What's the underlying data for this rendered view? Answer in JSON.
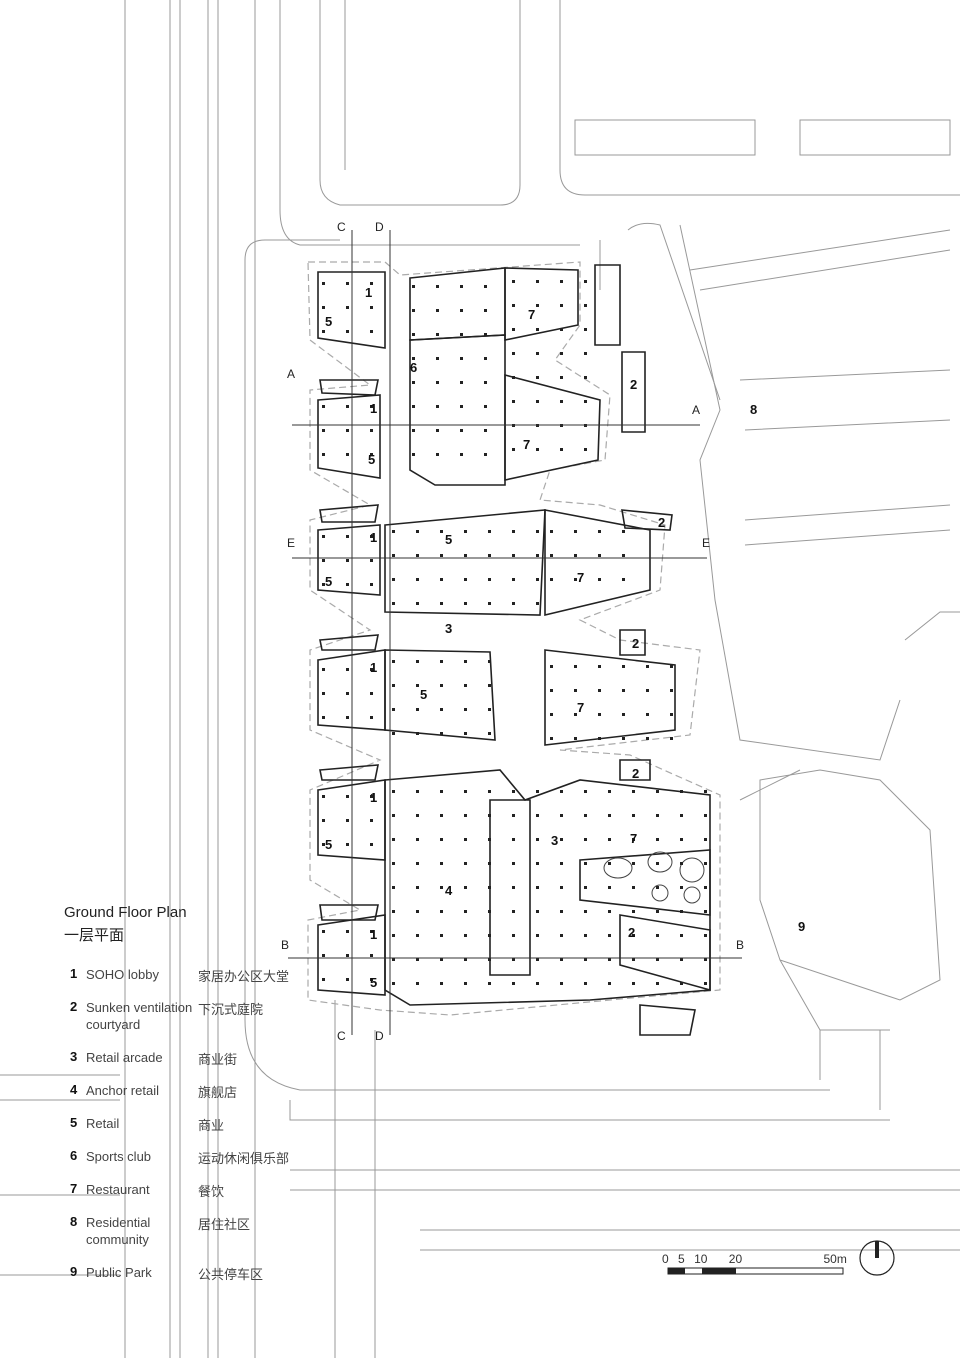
{
  "title": "Ground Floor Plan",
  "title_cn": "一层平面",
  "legend": [
    {
      "num": "1",
      "en": "SOHO lobby",
      "cn": "家居办公区大堂"
    },
    {
      "num": "2",
      "en": "Sunken ventilation courtyard",
      "cn": "下沉式庭院"
    },
    {
      "num": "3",
      "en": "Retail arcade",
      "cn": "商业街"
    },
    {
      "num": "4",
      "en": "Anchor retail",
      "cn": "旗舰店"
    },
    {
      "num": "5",
      "en": "Retail",
      "cn": "商业"
    },
    {
      "num": "6",
      "en": "Sports club",
      "cn": "运动休闲俱乐部"
    },
    {
      "num": "7",
      "en": "Restaurant",
      "cn": "餐饮"
    },
    {
      "num": "8",
      "en": "Residential community",
      "cn": "居住社区"
    },
    {
      "num": "9",
      "en": "Public Park",
      "cn": "公共停车区"
    }
  ],
  "sections": {
    "a": "A",
    "b": "B",
    "c": "C",
    "d": "D",
    "e": "E"
  },
  "scale_bar": {
    "t0": "0",
    "t5": "5",
    "t10": "10",
    "t20": "20",
    "t50": "50m"
  },
  "colors": {
    "line": "#999999",
    "wall": "#222222",
    "dash": "#aaaaaa"
  },
  "north_icon": "north-arrow-icon"
}
